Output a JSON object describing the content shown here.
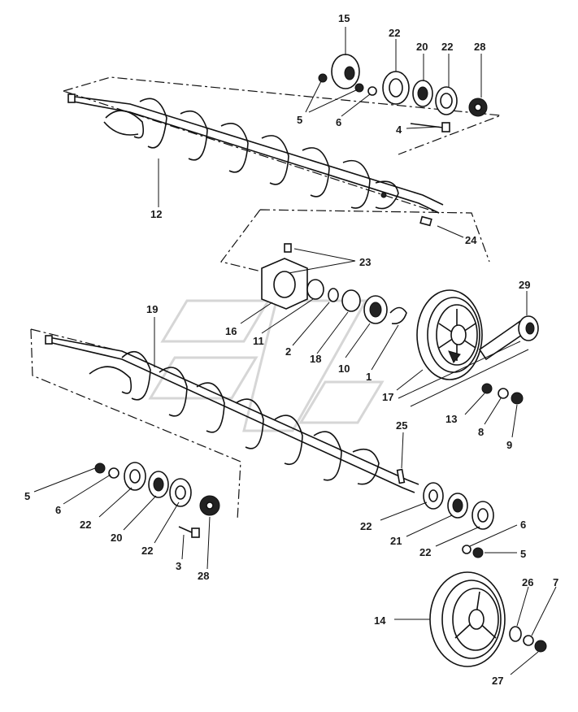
{
  "callouts": [
    {
      "id": "c1",
      "text": "1"
    },
    {
      "id": "c2",
      "text": "2"
    },
    {
      "id": "c3",
      "text": "3"
    },
    {
      "id": "c4",
      "text": "4"
    },
    {
      "id": "c5a",
      "text": "5"
    },
    {
      "id": "c5b",
      "text": "5"
    },
    {
      "id": "c5c",
      "text": "5"
    },
    {
      "id": "c6a",
      "text": "6"
    },
    {
      "id": "c6b",
      "text": "6"
    },
    {
      "id": "c6c",
      "text": "6"
    },
    {
      "id": "c7",
      "text": "7"
    },
    {
      "id": "c8",
      "text": "8"
    },
    {
      "id": "c9",
      "text": "9"
    },
    {
      "id": "c10",
      "text": "10"
    },
    {
      "id": "c11",
      "text": "11"
    },
    {
      "id": "c12",
      "text": "12"
    },
    {
      "id": "c13",
      "text": "13"
    },
    {
      "id": "c14",
      "text": "14"
    },
    {
      "id": "c15",
      "text": "15"
    },
    {
      "id": "c16",
      "text": "16"
    },
    {
      "id": "c17",
      "text": "17"
    },
    {
      "id": "c18",
      "text": "18"
    },
    {
      "id": "c19",
      "text": "19"
    },
    {
      "id": "c20a",
      "text": "20"
    },
    {
      "id": "c20b",
      "text": "20"
    },
    {
      "id": "c21",
      "text": "21"
    },
    {
      "id": "c22a",
      "text": "22"
    },
    {
      "id": "c22b",
      "text": "22"
    },
    {
      "id": "c22c",
      "text": "22"
    },
    {
      "id": "c22d",
      "text": "22"
    },
    {
      "id": "c22e",
      "text": "22"
    },
    {
      "id": "c22f",
      "text": "22"
    },
    {
      "id": "c23",
      "text": "23"
    },
    {
      "id": "c24",
      "text": "24"
    },
    {
      "id": "c25",
      "text": "25"
    },
    {
      "id": "c26",
      "text": "26"
    },
    {
      "id": "c27",
      "text": "27"
    },
    {
      "id": "c28a",
      "text": "28"
    },
    {
      "id": "c28b",
      "text": "28"
    },
    {
      "id": "c29",
      "text": "29"
    }
  ]
}
